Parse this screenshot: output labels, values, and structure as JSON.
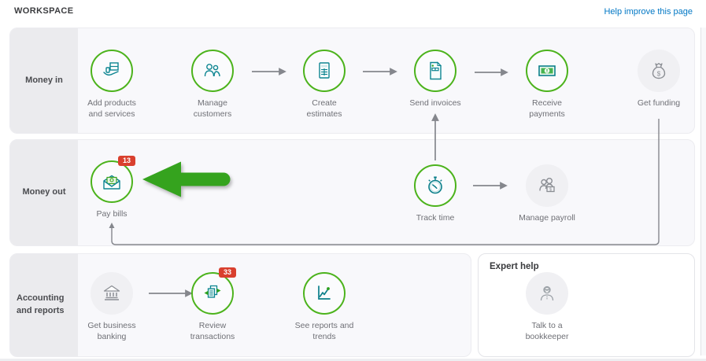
{
  "header": {
    "title": "WORKSPACE",
    "help_link": "Help improve this page"
  },
  "rows": [
    {
      "label": "Money in",
      "nodes": [
        {
          "label": "Add products and services"
        },
        {
          "label": "Manage customers"
        },
        {
          "label": "Create estimates"
        },
        {
          "label": "Send invoices"
        },
        {
          "label": "Receive payments"
        },
        {
          "label": "Get funding"
        }
      ]
    },
    {
      "label": "Money out",
      "nodes": [
        {
          "label": "Pay bills",
          "badge": "13"
        },
        {
          "label": "Track time"
        },
        {
          "label": "Manage payroll"
        }
      ]
    },
    {
      "label": "Accounting and reports",
      "nodes": [
        {
          "label": "Get business banking"
        },
        {
          "label": "Review transactions",
          "badge": "33"
        },
        {
          "label": "See reports and trends"
        }
      ]
    }
  ],
  "expert_help": {
    "title": "Expert help",
    "node": {
      "label": "Talk to a bookkeeper"
    }
  },
  "colors": {
    "accent_green": "#2ca01c",
    "ring_green": "#4cb31c",
    "icon_teal": "#0d8591",
    "icon_gray": "#8b8e94",
    "badge_red": "#d9402e",
    "link_blue": "#0077c5",
    "connector_gray": "#85878d"
  }
}
